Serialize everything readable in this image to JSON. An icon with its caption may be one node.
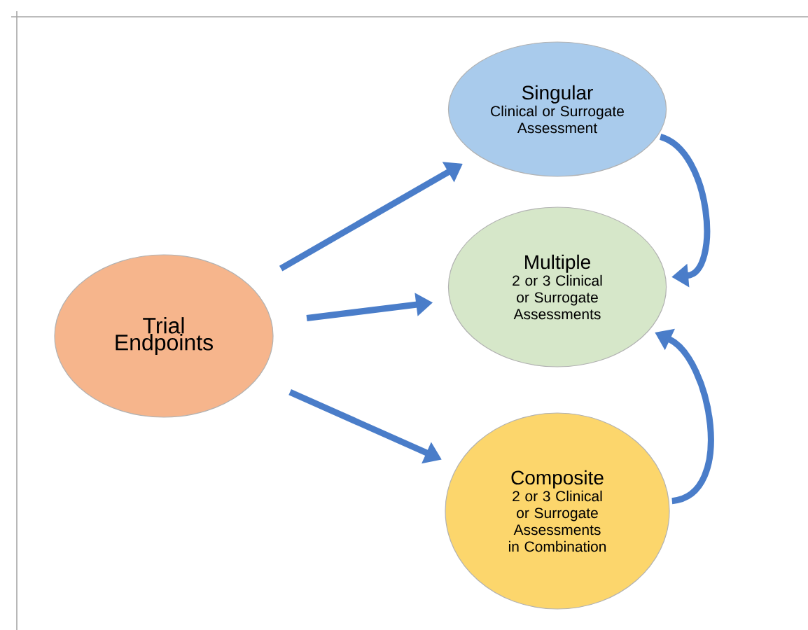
{
  "diagram": {
    "nodes": [
      {
        "text": [
          "Trial Endpoints"
        ]
      },
      {
        "text": [
          "Singular",
          "Clinical or Surrogate Assessment"
        ]
      },
      {
        "text": [
          "Multiple",
          "2 or 3 Clinical or Surrogate Assessments"
        ]
      },
      {
        "text": [
          "Composite",
          "2 or 3 Clinical or Surrogate Assessments in Combination"
        ]
      }
    ],
    "edges": [
      {
        "from": 0,
        "to": 1,
        "arrow": "to"
      },
      {
        "from": 0,
        "to": 2,
        "arrow": "to"
      },
      {
        "from": 0,
        "to": 3,
        "arrow": "to"
      },
      {
        "from": 1,
        "to": 2,
        "arrow": "to"
      },
      {
        "from": 3,
        "to": 2,
        "arrow": "to"
      }
    ]
  }
}
